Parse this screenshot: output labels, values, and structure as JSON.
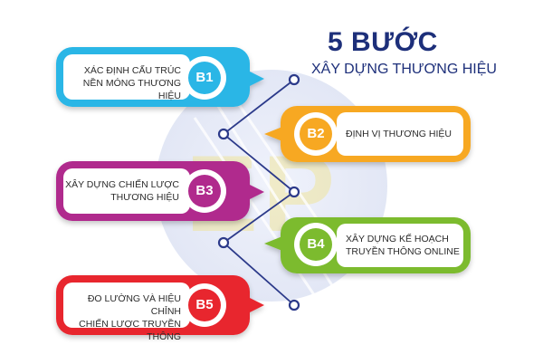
{
  "title": {
    "main": "5 BƯỚC",
    "sub": "XÂY DỰNG THƯƠNG HIỆU"
  },
  "steps": [
    {
      "badge": "B1",
      "line1": "XÁC ĐỊNH CẤU TRÚC",
      "line2": "NỀN MÓNG THƯƠNG HIỆU",
      "color": "#2ab6e6"
    },
    {
      "badge": "B2",
      "line1": "ĐỊNH VỊ THƯƠNG HIỆU",
      "line2": "",
      "color": "#f7a823"
    },
    {
      "badge": "B3",
      "line1": "XÂY DỰNG CHIẾN LƯỢC",
      "line2": "THƯƠNG HIỆU",
      "color": "#b02a8d"
    },
    {
      "badge": "B4",
      "line1": "XÂY DỰNG KẾ HOẠCH",
      "line2": "TRUYỀN THÔNG ONLINE",
      "color": "#7bbb2e"
    },
    {
      "badge": "B5",
      "line1": "ĐO LƯỜNG VÀ HIỆU CHỈNH",
      "line2": "CHIẾN LƯỢC TRUYỀN THÔNG",
      "color": "#e8262f"
    }
  ],
  "colors": {
    "navy": "#1d2f7a",
    "connector": "#2c3a8a"
  }
}
